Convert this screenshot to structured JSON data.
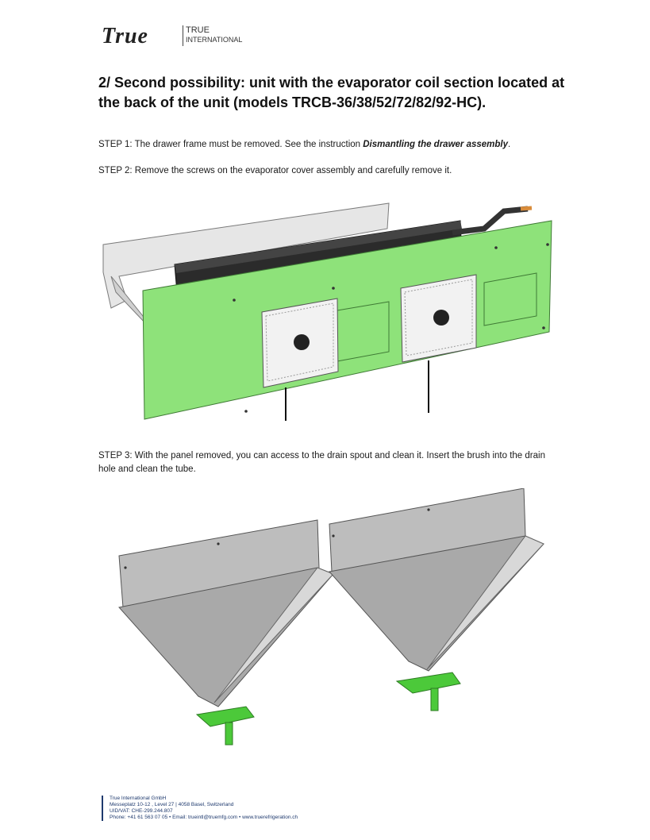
{
  "header": {
    "logo_word": "True",
    "brand_line1": "TRUE",
    "brand_line2": "INTERNATIONAL"
  },
  "title": "2/ Second possibility: unit with the evaporator coil section located at the back of the unit (models TRCB-36/38/52/72/82/92-HC).",
  "steps": {
    "step1_text": "STEP 1: The drawer frame must be removed. See the instruction ",
    "step1_emph": "Dismantling the drawer assembly",
    "step1_end": ".",
    "step2_text": "STEP 2: Remove the screws on the evaporator cover assembly and carefully remove it.",
    "step3_text": "STEP 3: With the panel removed, you can access to the drain spout and clean it. Insert the brush into the drain hole and clean the tube."
  },
  "footer": {
    "company": "True International GmbH",
    "address": "Messeplatz 10-12 , Level 27 | 4058 Basel, Switzerland",
    "vat": "UID/VAT: CHE-299.244.807",
    "phone": "Phone: +41 61 563 07 05",
    "contact": " • Email: trueintl@truemfg.com • www.truerefrigeration.ch"
  },
  "colors": {
    "panel_green": "#8ee27a",
    "spout_green": "#4cc93a",
    "tray_gray": "#b8b8b8",
    "footer_blue": "#1f3a6e"
  }
}
